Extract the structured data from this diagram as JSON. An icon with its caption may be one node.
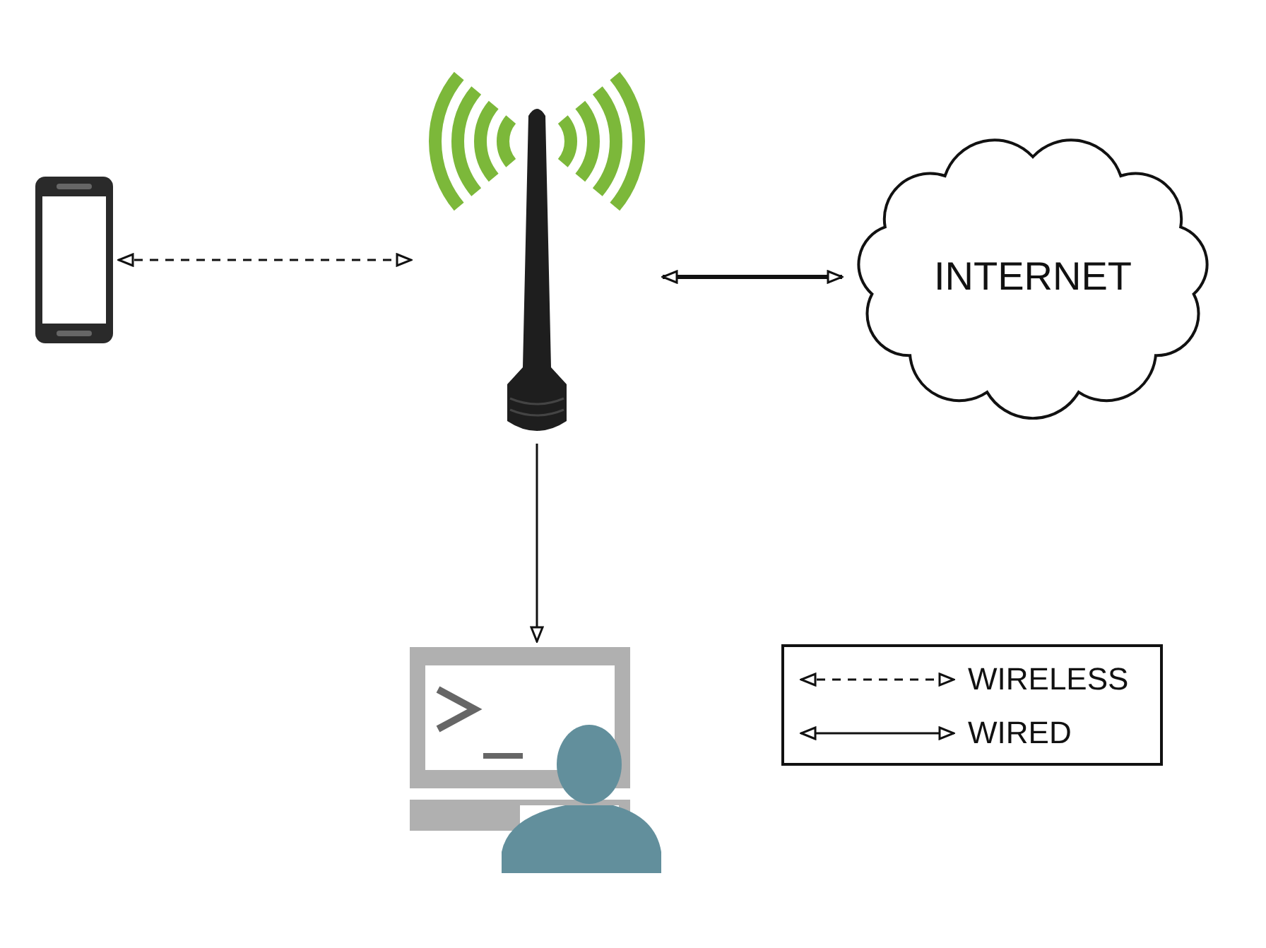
{
  "diagram": {
    "nodes": [
      {
        "text": [],
        "shape": "phone"
      },
      {
        "text": [],
        "shape": "antenna"
      },
      {
        "text": [
          "INTERNET"
        ]
      },
      {
        "text": [],
        "shape": "computer"
      }
    ],
    "edges": [
      {
        "from": 0,
        "to": 1,
        "arrow": "both",
        "style": "dashed"
      },
      {
        "from": 1,
        "to": 2,
        "arrow": "both",
        "style": "thick"
      },
      {
        "from": 1,
        "to": 3,
        "arrow": "to"
      }
    ],
    "legend": [
      {
        "text": "WIRELESS"
      },
      {
        "text": "WIRED"
      }
    ]
  }
}
